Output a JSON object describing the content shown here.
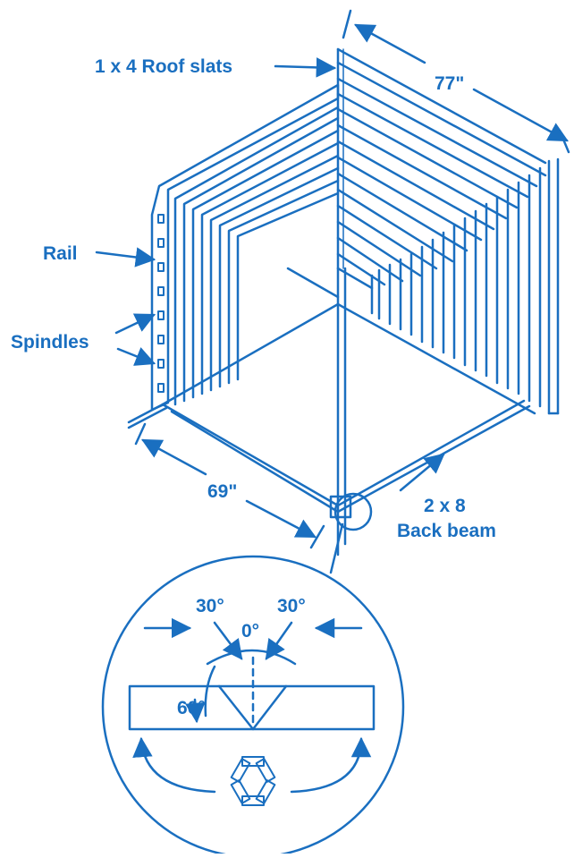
{
  "colors": {
    "line": "#1a6fc0",
    "text": "#1a6fc0",
    "background": "#ffffff"
  },
  "labels": {
    "roof_slats": "1 x 4 Roof slats",
    "rail": "Rail",
    "spindles": "Spindles",
    "back_beam_size": "2 x 8",
    "back_beam": "Back beam"
  },
  "dimensions": {
    "length_77": "77\"",
    "width_69": "69\""
  },
  "detail": {
    "angle_left": "30°",
    "angle_right": "30°",
    "angle_center": "0°",
    "angle_bottom": "60°"
  }
}
